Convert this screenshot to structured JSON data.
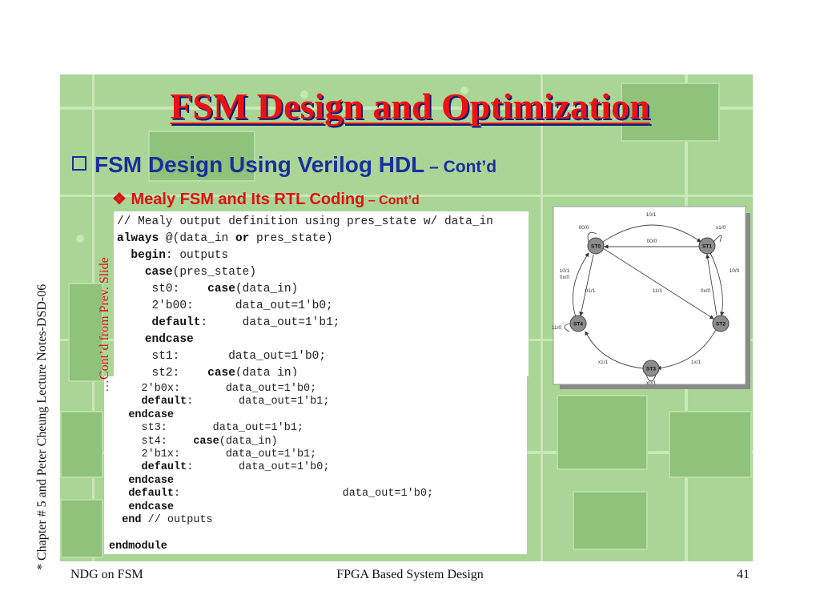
{
  "slide": {
    "title": "FSM Design and Optimization",
    "bullet1": {
      "text": "FSM Design Using Verilog HDL",
      "cont": " – Cont’d"
    },
    "bullet2": {
      "marker": "❖",
      "text": " Mealy FSM and Its RTL Coding",
      "cont": " – Cont’d"
    },
    "vertical_note": "…Cont’d from Prev. Slide",
    "side_label": "* Chapter # 5 and Peter Cheung Lecture Notes-DSD-06"
  },
  "code_top": [
    {
      "parts": [
        {
          "t": "// Mealy output definition using pres_state w/ data_in",
          "b": false
        }
      ]
    },
    {
      "parts": [
        {
          "t": "always",
          "b": true
        },
        {
          "t": " @(data_in ",
          "b": false
        },
        {
          "t": "or",
          "b": true
        },
        {
          "t": " pres_state)",
          "b": false
        }
      ]
    },
    {
      "parts": [
        {
          "t": "  ",
          "b": false
        },
        {
          "t": "begin",
          "b": true
        },
        {
          "t": ": outputs",
          "b": false
        }
      ]
    },
    {
      "parts": [
        {
          "t": "    ",
          "b": false
        },
        {
          "t": "case",
          "b": true
        },
        {
          "t": "(pres_state)",
          "b": false
        }
      ]
    },
    {
      "parts": [
        {
          "t": "     st0:    ",
          "b": false
        },
        {
          "t": "case",
          "b": true
        },
        {
          "t": "(data_in)",
          "b": false
        }
      ]
    },
    {
      "parts": [
        {
          "t": "     2'b00:      data_out=1'b0;",
          "b": false
        }
      ]
    },
    {
      "parts": [
        {
          "t": "     ",
          "b": false
        },
        {
          "t": "default",
          "b": true
        },
        {
          "t": ":     data_out=1'b1;",
          "b": false
        }
      ]
    },
    {
      "parts": [
        {
          "t": "    ",
          "b": false
        },
        {
          "t": "endcase",
          "b": true
        }
      ]
    },
    {
      "parts": [
        {
          "t": "     st1:       data_out=1'b0;",
          "b": false
        }
      ]
    },
    {
      "parts": [
        {
          "t": "     st2:    ",
          "b": false
        },
        {
          "t": "case",
          "b": true
        },
        {
          "t": "(data_in)",
          "b": false
        }
      ]
    }
  ],
  "code_bottom": [
    {
      "parts": [
        {
          "t": "     2'b0x:       data_out=1'b0;",
          "b": false
        }
      ]
    },
    {
      "parts": [
        {
          "t": "     ",
          "b": false
        },
        {
          "t": "default",
          "b": true
        },
        {
          "t": ":       data_out=1'b1;",
          "b": false
        }
      ]
    },
    {
      "parts": [
        {
          "t": "   ",
          "b": false
        },
        {
          "t": "endcase",
          "b": true
        }
      ]
    },
    {
      "parts": [
        {
          "t": "     st3:       data_out=1'b1;",
          "b": false
        }
      ]
    },
    {
      "parts": [
        {
          "t": "     st4:    ",
          "b": false
        },
        {
          "t": "case",
          "b": true
        },
        {
          "t": "(data_in)",
          "b": false
        }
      ]
    },
    {
      "parts": [
        {
          "t": "     2'b1x:       data_out=1'b1;",
          "b": false
        }
      ]
    },
    {
      "parts": [
        {
          "t": "     ",
          "b": false
        },
        {
          "t": "default",
          "b": true
        },
        {
          "t": ":       data_out=1'b0;",
          "b": false
        }
      ]
    },
    {
      "parts": [
        {
          "t": "   ",
          "b": false
        },
        {
          "t": "endcase",
          "b": true
        }
      ]
    },
    {
      "parts": [
        {
          "t": "   ",
          "b": false
        },
        {
          "t": "default",
          "b": true
        },
        {
          "t": ":                         data_out=1'b0;",
          "b": false
        }
      ]
    },
    {
      "parts": [
        {
          "t": "   ",
          "b": false
        },
        {
          "t": "endcase",
          "b": true
        }
      ]
    },
    {
      "parts": [
        {
          "t": "  ",
          "b": false
        },
        {
          "t": "end",
          "b": true
        },
        {
          "t": " // outputs",
          "b": false
        }
      ]
    },
    {
      "parts": [
        {
          "t": "",
          "b": false
        }
      ]
    },
    {
      "parts": [
        {
          "t": "",
          "b": false
        },
        {
          "t": "endmodule",
          "b": true
        }
      ]
    }
  ],
  "diagram": {
    "states": [
      "ST0",
      "ST1",
      "ST2",
      "ST3",
      "ST4"
    ],
    "labels": [
      "10/1",
      "00/0",
      "x1/0",
      "00/0",
      "10/1",
      "0x/0",
      "01/1",
      "11/1",
      "0x/0",
      "10/0",
      "11/0",
      "x1/1",
      "1x/1",
      "x0/1"
    ]
  },
  "footer": {
    "left": "NDG on FSM",
    "center": "FPGA Based System Design",
    "right": "41"
  },
  "colors": {
    "title": "#ee1111",
    "heading": "#1a2f9c",
    "accent": "#e01010",
    "board": "#a9d596"
  }
}
